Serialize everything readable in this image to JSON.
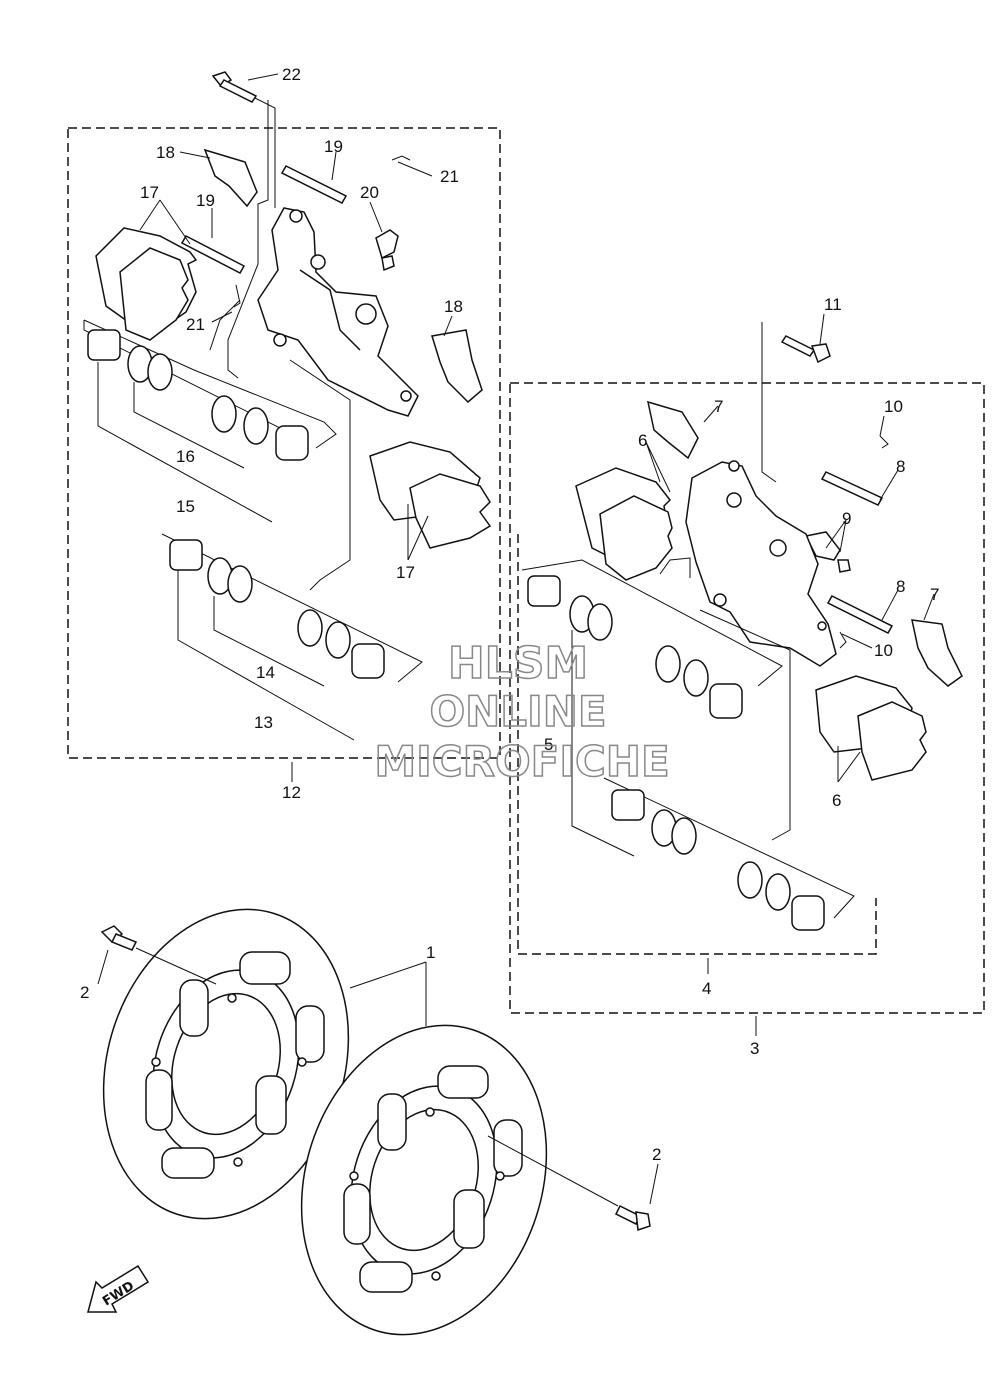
{
  "diagram": {
    "callouts": {
      "c1": "1",
      "c2a": "2",
      "c2b": "2",
      "c3": "3",
      "c4": "4",
      "c5": "5",
      "c6a": "6",
      "c6b": "6",
      "c7a": "7",
      "c7b": "7",
      "c8a": "8",
      "c8b": "8",
      "c9": "9",
      "c10a": "10",
      "c10b": "10",
      "c11": "11",
      "c12": "12",
      "c13": "13",
      "c14": "14",
      "c15": "15",
      "c16": "16",
      "c17a": "17",
      "c17b": "17",
      "c18a": "18",
      "c18b": "18",
      "c19a": "19",
      "c19b": "19",
      "c20": "20",
      "c21a": "21",
      "c21b": "21",
      "c22": "22"
    },
    "watermark": [
      "HLSM",
      "ONLINE",
      "MICROFICHE"
    ],
    "fwd_label": "FWD"
  }
}
